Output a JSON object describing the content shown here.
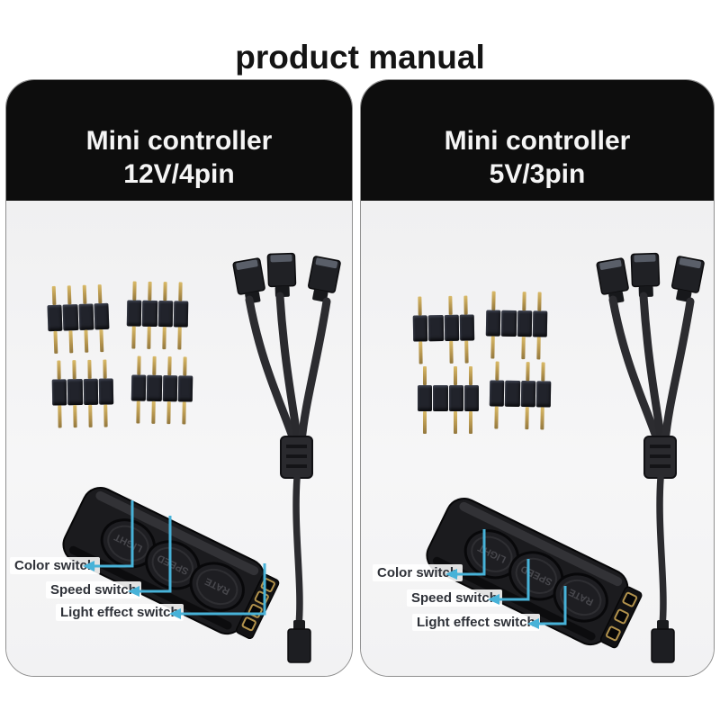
{
  "title": "product manual",
  "colors": {
    "header_bg": "#0d0d0d",
    "header_text": "#f5f5f5",
    "panel_bg": "#f3f3f4",
    "arrow": "#47b2d8",
    "pin_gold": "#b2924c",
    "label_text": "#2e3138"
  },
  "panels": [
    {
      "header_line1": "Mini controller",
      "header_line2": "12V/4pin",
      "connector_type": "4-pin male connector",
      "connector_count": "4",
      "labels": {
        "color": "Color switch",
        "speed": "Speed switch",
        "light_effect": "Light effect switch"
      },
      "buttons": {
        "b1": "LIGHT",
        "b2": "SPEED",
        "b3": "RATE"
      }
    },
    {
      "header_line1": "Mini controller",
      "header_line2": "5V/3pin",
      "connector_type": "3-pin male connector",
      "connector_count": "4",
      "labels": {
        "color": "Color switch",
        "speed": "Speed switch",
        "light_effect": "Light effect switch"
      },
      "buttons": {
        "b1": "LIGHT",
        "b2": "SPEED",
        "b3": "RATE"
      }
    }
  ]
}
